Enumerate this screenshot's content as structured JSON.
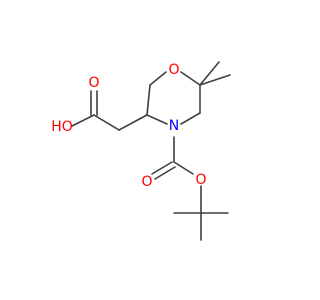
{
  "molecule": {
    "atoms": {
      "ring_oxygen": "O",
      "ring_nitrogen": "N",
      "acid_carbonyl_oxygen": "O",
      "acid_hydroxyl": "HO",
      "boc_carbonyl_oxygen": "O",
      "boc_ester_oxygen": "O"
    },
    "colors": {
      "bond": "#404040",
      "oxygen": "#ff0000",
      "nitrogen": "#0000ff",
      "background": "#ffffff"
    }
  }
}
